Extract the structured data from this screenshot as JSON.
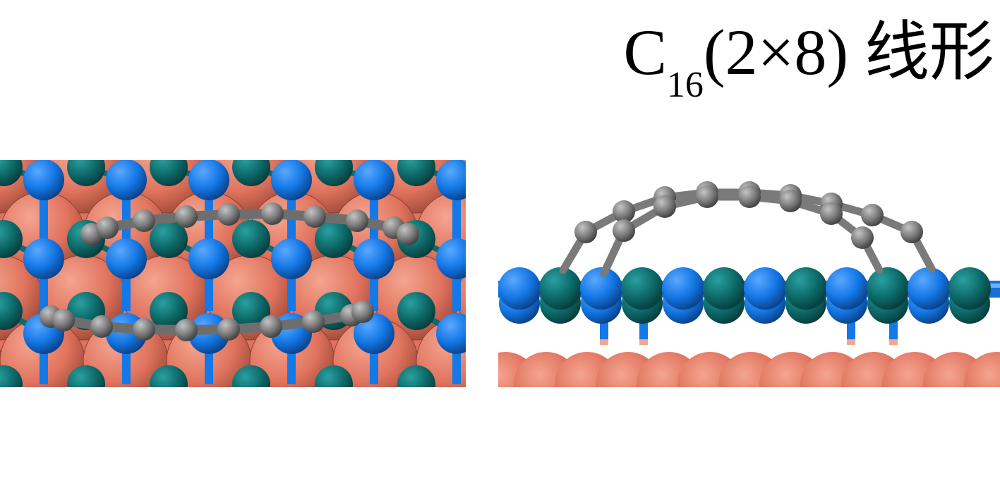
{
  "title": {
    "element": "C",
    "subscript": "16",
    "cell": "(2×8)",
    "label": "线形"
  },
  "colors": {
    "substrate": "#e0735e",
    "nitrogen": "#1478e6",
    "boron": "#0e6b6b",
    "carbon": "#7c7c7c",
    "background": "#ffffff"
  },
  "views": [
    "top-view",
    "side-view"
  ]
}
